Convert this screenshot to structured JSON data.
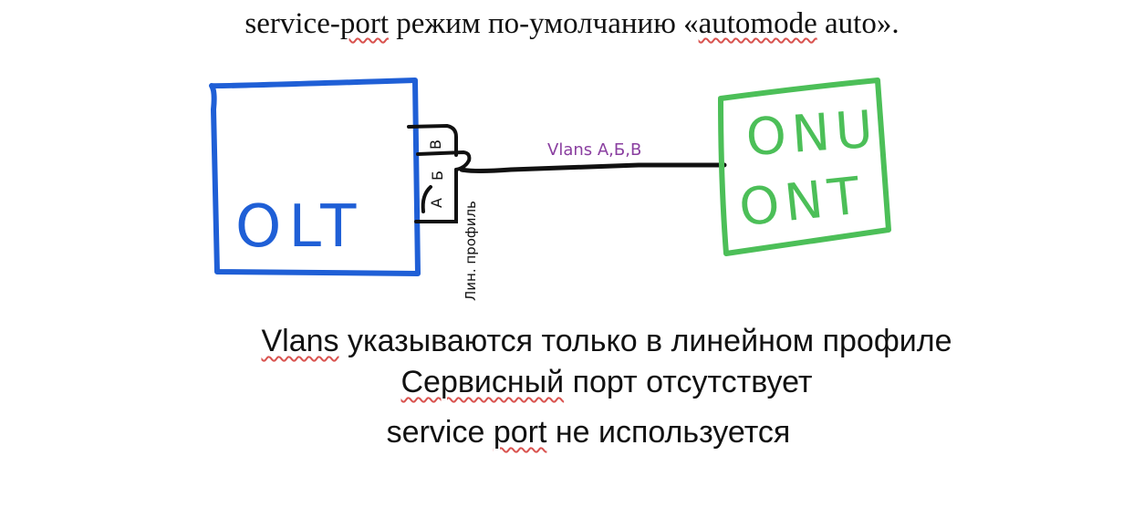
{
  "header": {
    "part1": "service-",
    "part2": "port",
    "part3": " режим по-умолчанию «",
    "part4": "automode",
    "part5": " auto»."
  },
  "diagram": {
    "olt_label": "OLT",
    "onu_label_line1": "ONU",
    "onu_label_line2": "ONT",
    "port_a": "А",
    "port_b": "Б",
    "port_v": "В",
    "vlans_label": "Vlans А,Б,В",
    "profile_label": "Лин. профиль",
    "colors": {
      "olt": "#1f5fd6",
      "onu": "#4cbf58",
      "vlans_text": "#8a3fa0",
      "line": "#111111"
    }
  },
  "captions": {
    "line1_word1": "Vlans",
    "line1_rest": " указываются только в линейном профиле",
    "line2_word1": "Сервисный",
    "line2_rest": " порт отсутствует",
    "line3_part1": "service ",
    "line3_word2": "port",
    "line3_rest": " не используется"
  }
}
